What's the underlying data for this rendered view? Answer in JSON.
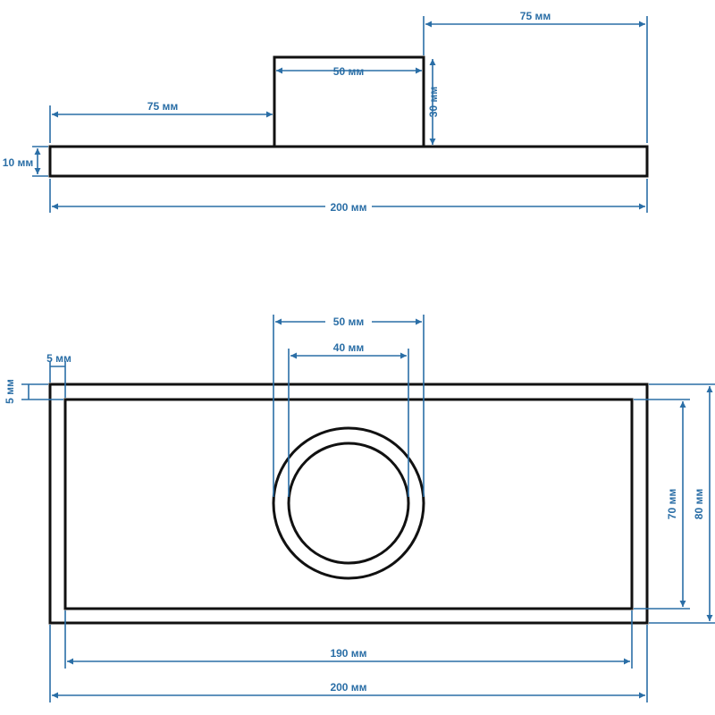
{
  "colors": {
    "outline": "#111111",
    "dimension": "#2a6ea6",
    "background": "#ffffff"
  },
  "side_view": {
    "left_offset": "75 мм",
    "right_offset": "75 мм",
    "boss_width": "50 мм",
    "boss_height": "30 мм",
    "plate_thickness": "10 мм",
    "total_length": "200 мм"
  },
  "top_view": {
    "outer_diameter": "50 мм",
    "inner_diameter": "40 мм",
    "wall_x": "5 мм",
    "wall_y": "5 мм",
    "inner_height": "70 мм",
    "outer_height": "80 мм",
    "inner_length": "190 мм",
    "outer_length": "200 мм"
  }
}
